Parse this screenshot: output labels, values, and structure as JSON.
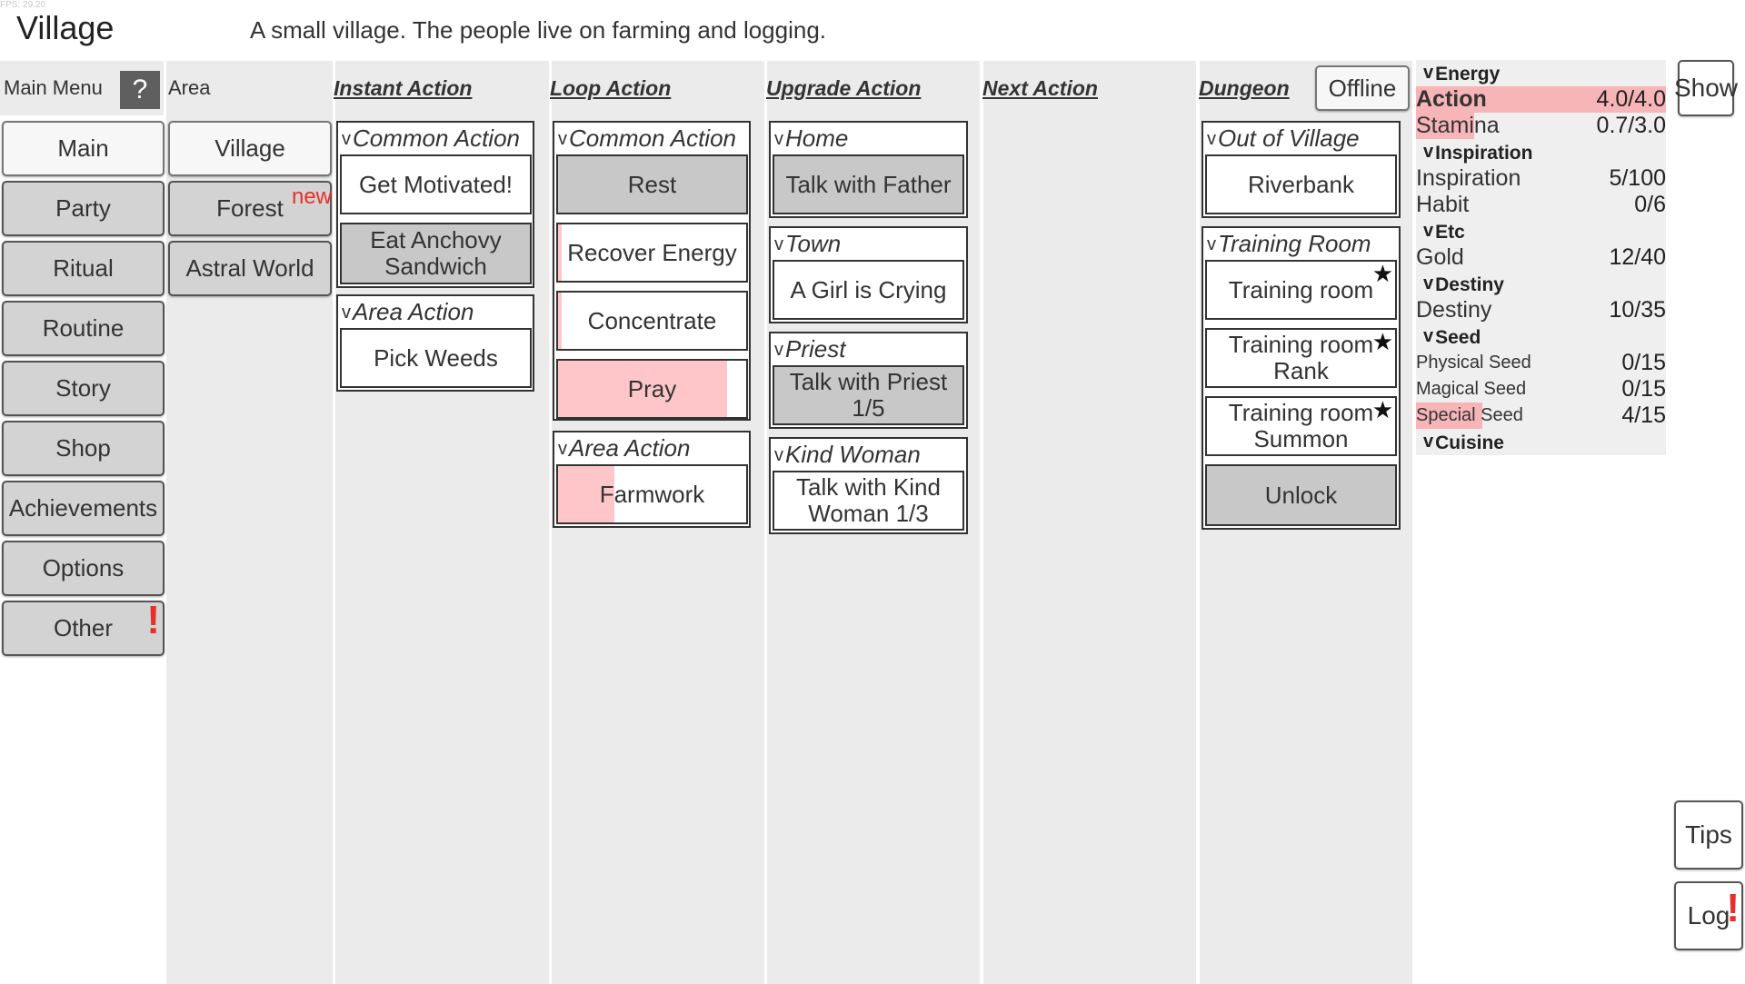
{
  "fps": "FPS: 29.20",
  "page": {
    "title": "Village",
    "description": "A small village. The people live on farming and logging."
  },
  "main_menu": {
    "label": "Main Menu",
    "help": "?",
    "items": [
      {
        "label": "Main",
        "selected": true,
        "alert": false
      },
      {
        "label": "Party",
        "selected": false,
        "alert": false
      },
      {
        "label": "Ritual",
        "selected": false,
        "alert": false
      },
      {
        "label": "Routine",
        "selected": false,
        "alert": false
      },
      {
        "label": "Story",
        "selected": false,
        "alert": false
      },
      {
        "label": "Shop",
        "selected": false,
        "alert": false
      },
      {
        "label": "Achievements",
        "selected": false,
        "alert": false
      },
      {
        "label": "Options",
        "selected": false,
        "alert": false
      },
      {
        "label": "Other",
        "selected": false,
        "alert": true
      }
    ]
  },
  "area": {
    "label": "Area",
    "items": [
      {
        "label": "Village",
        "selected": true,
        "tag": ""
      },
      {
        "label": "Forest",
        "selected": false,
        "tag": "new"
      },
      {
        "label": "Astral World",
        "selected": false,
        "tag": ""
      }
    ]
  },
  "columns": {
    "instant": "Instant Action",
    "loop": "Loop Action",
    "upgrade": "Upgrade Action",
    "next": "Next Action",
    "dungeon": "Dungeon"
  },
  "instant_groups": [
    {
      "title": "Common Action",
      "actions": [
        {
          "label": "Get Motivated!",
          "disabled": false
        },
        {
          "label": "Eat Anchovy Sandwich",
          "disabled": true
        }
      ]
    },
    {
      "title": "Area Action",
      "actions": [
        {
          "label": "Pick Weeds",
          "disabled": false
        }
      ]
    }
  ],
  "loop_groups": [
    {
      "title": "Common Action",
      "actions": [
        {
          "label": "Rest",
          "disabled": true,
          "progress": 0
        },
        {
          "label": "Recover Energy",
          "disabled": false,
          "progress": 0.02
        },
        {
          "label": "Concentrate",
          "disabled": false,
          "progress": 0.02
        },
        {
          "label": "Pray",
          "disabled": false,
          "progress": 0.9
        }
      ]
    },
    {
      "title": "Area Action",
      "actions": [
        {
          "label": "Farmwork",
          "disabled": false,
          "progress": 0.3
        }
      ]
    }
  ],
  "upgrade_groups": [
    {
      "title": "Home",
      "actions": [
        {
          "label": "Talk with Father",
          "disabled": true
        }
      ]
    },
    {
      "title": "Town",
      "actions": [
        {
          "label": "A Girl is Crying",
          "disabled": false
        }
      ]
    },
    {
      "title": "Priest",
      "actions": [
        {
          "label": "Talk with Priest 1/5",
          "disabled": true
        }
      ]
    },
    {
      "title": "Kind Woman",
      "actions": [
        {
          "label": "Talk with Kind Woman 1/3",
          "disabled": false
        }
      ]
    }
  ],
  "dungeon": {
    "offline_label": "Offline",
    "groups": [
      {
        "title": "Out of Village",
        "actions": [
          {
            "label": "Riverbank",
            "disabled": false,
            "star": false
          }
        ]
      },
      {
        "title": "Training Room",
        "actions": [
          {
            "label": "Training room",
            "disabled": false,
            "star": true
          },
          {
            "label": "Training room Rank",
            "disabled": false,
            "star": true
          },
          {
            "label": "Training room Summon",
            "disabled": false,
            "star": true
          },
          {
            "label": "Unlock",
            "disabled": true,
            "star": false
          }
        ]
      }
    ]
  },
  "resources": {
    "energy": {
      "title": "Energy",
      "action": {
        "name": "Action",
        "value": "4.0/4.0",
        "fill": 1.0
      },
      "stamina": {
        "name": "Stamina",
        "value": "0.7/3.0",
        "fill": 0.233
      }
    },
    "inspiration": {
      "title": "Inspiration",
      "inspiration": {
        "name": "Inspiration",
        "value": "5/100"
      },
      "habit": {
        "name": "Habit",
        "value": "0/6"
      }
    },
    "etc": {
      "title": "Etc",
      "gold": {
        "name": "Gold",
        "value": "12/40"
      }
    },
    "destiny": {
      "title": "Destiny",
      "destiny": {
        "name": "Destiny",
        "value": "10/35"
      }
    },
    "seed": {
      "title": "Seed",
      "physical": {
        "name": "Physical Seed",
        "value": "0/15",
        "fill": 0
      },
      "magical": {
        "name": "Magical Seed",
        "value": "0/15",
        "fill": 0
      },
      "special": {
        "name": "Special Seed",
        "value": "4/15",
        "fill": 0.267
      }
    },
    "cuisine": {
      "title": "Cuisine"
    }
  },
  "side_buttons": {
    "show": "Show",
    "tips": "Tips",
    "log": "Log",
    "log_alert": "!"
  },
  "other_alert": "!",
  "star_glyph": "★"
}
